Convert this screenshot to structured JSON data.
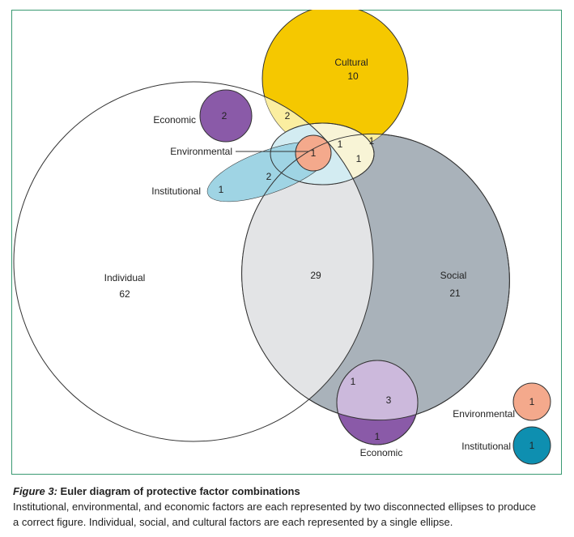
{
  "diagram": {
    "labels": {
      "cultural": "Cultural",
      "cultural_count": "10",
      "economic_top": "Economic",
      "economic_top_count": "2",
      "environmental_main": "Environmental",
      "institutional_main": "Institutional",
      "individual": "Individual",
      "individual_count": "62",
      "social": "Social",
      "social_count": "21",
      "economic_bottom": "Economic",
      "environmental_legend": "Environmental",
      "institutional_legend": "Institutional"
    },
    "counts": {
      "individual_cultural": "2",
      "individual_cultural_environmental": "1",
      "environmental_core": "1",
      "cultural_environmental_social": "1",
      "cultural_social": "1",
      "individual_institutional": "2",
      "institutional_only": "1",
      "individual_social": "29",
      "individual_social_economic": "1",
      "social_economic": "3",
      "economic_bottom_only": "1",
      "environmental_standalone": "1",
      "institutional_standalone": "1"
    },
    "colors": {
      "cultural": "#f5c800",
      "economic": "#8a5aa8",
      "environmental": "#f4a98c",
      "institutional": "#0e8fb0",
      "social": "#a9b2ba",
      "individual_social": "#e3e4e6",
      "frame": "#3a9a72"
    }
  },
  "caption": {
    "label": "Figure 3:",
    "title": "Euler diagram of protective factor combinations",
    "line1": "Institutional, environmental, and economic factors are each represented by two disconnected ellipses to produce",
    "line2": "a correct figure. Individual, social, and cultural factors are each represented by a single ellipse."
  }
}
